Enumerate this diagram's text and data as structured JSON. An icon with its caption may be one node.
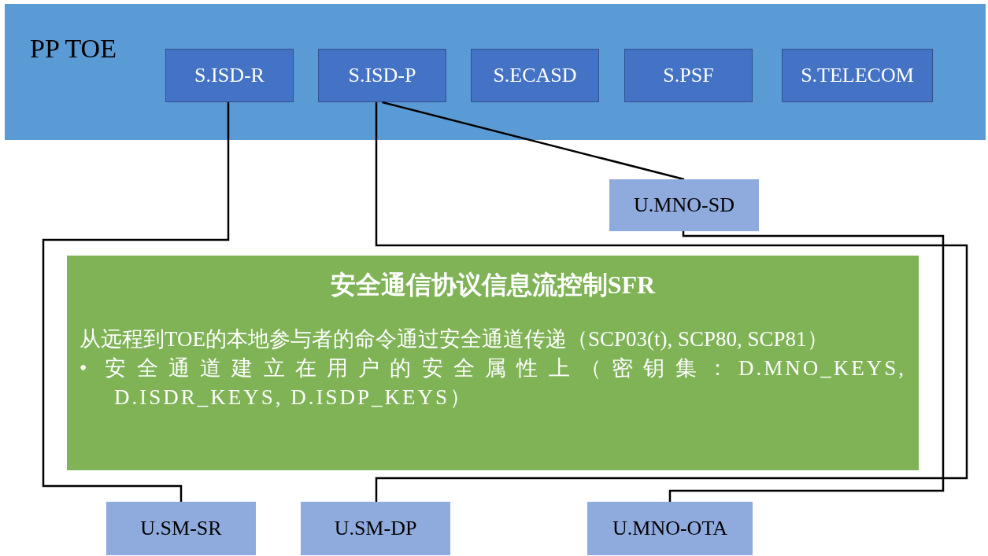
{
  "diagram": {
    "nodes": [
      {
        "text": [
          "PP TOE"
        ]
      },
      {
        "text": [
          "S.ISD-R"
        ],
        "in": 0
      },
      {
        "text": [
          "S.ISD-P"
        ],
        "in": 0
      },
      {
        "text": [
          "S.ECASD"
        ],
        "in": 0
      },
      {
        "text": [
          "S.PSF"
        ],
        "in": 0
      },
      {
        "text": [
          "S.TELECOM"
        ],
        "in": 0
      },
      {
        "text": [
          "U.MNO-SD"
        ]
      },
      {
        "text": [
          "安全通信协议信息流控制SFR",
          "从远程到TOE的本地参与者的命令通过安全通道传递（SCP03(t), SCP80, SCP81）",
          "• 安全通道建立在用户的安全属性上（密钥集：D.MNO_KEYS, D.ISDR_KEYS, D.ISDP_KEYS）"
        ]
      },
      {
        "text": [
          "U.SM-SR"
        ]
      },
      {
        "text": [
          "U.SM-DP"
        ]
      },
      {
        "text": [
          "U.MNO-OTA"
        ]
      }
    ],
    "edges": [
      {
        "from": 1,
        "to": 8,
        "arrow": "none"
      },
      {
        "from": 2,
        "to": 9,
        "arrow": "none"
      },
      {
        "from": 2,
        "to": 6,
        "arrow": "none"
      },
      {
        "from": 6,
        "to": 10,
        "arrow": "none"
      }
    ]
  }
}
